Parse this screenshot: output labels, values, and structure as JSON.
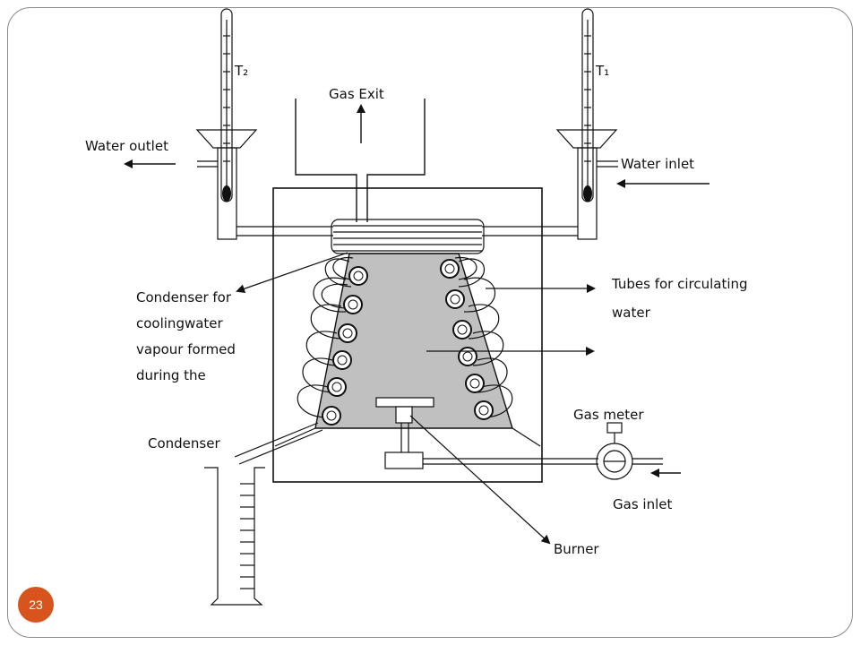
{
  "slide": {
    "page_number": "23",
    "badge_color": "#d8541e"
  },
  "diagram": {
    "labels": {
      "t2": "T₂",
      "t1": "T₁",
      "gas_exit": "Gas Exit",
      "water_outlet": "Water outlet",
      "water_inlet": "Water inlet",
      "condenser_for": "Condenser for",
      "cooling_water": "coolingwater",
      "vapour_formed": "vapour formed",
      "during_the": "during the",
      "tubes_line1": "Tubes for circulating",
      "tubes_line2": "water",
      "gas_meter": "Gas meter",
      "condenser": "Condenser",
      "gas_inlet": "Gas inlet",
      "burner": "Burner"
    },
    "colors": {
      "ink": "#111111",
      "chamber_fill": "#c0c0c0"
    }
  }
}
